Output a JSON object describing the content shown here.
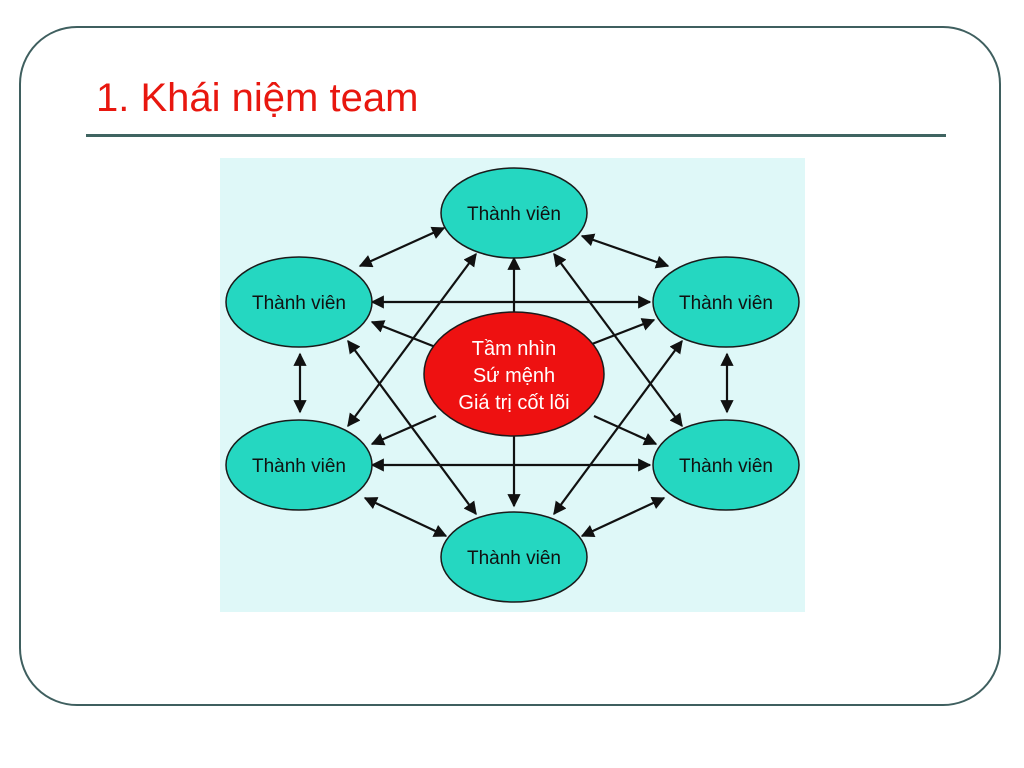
{
  "slide": {
    "title": "1. Khái niệm team",
    "title_color": "#e8170f",
    "frame_color": "#3f5f5f"
  },
  "diagram": {
    "background_color": "#dff8f8",
    "member_fill": "#25d7c1",
    "center_fill": "#ee1111",
    "center": {
      "lines": [
        "Tầm nhìn",
        "Sứ mệnh",
        "Giá trị cốt lõi"
      ]
    },
    "members": [
      {
        "id": "top",
        "label": "Thành viên"
      },
      {
        "id": "top-left",
        "label": "Thành viên"
      },
      {
        "id": "top-right",
        "label": "Thành viên"
      },
      {
        "id": "bottom-left",
        "label": "Thành viên"
      },
      {
        "id": "bottom-right",
        "label": "Thành viên"
      },
      {
        "id": "bottom",
        "label": "Thành viên"
      }
    ]
  }
}
